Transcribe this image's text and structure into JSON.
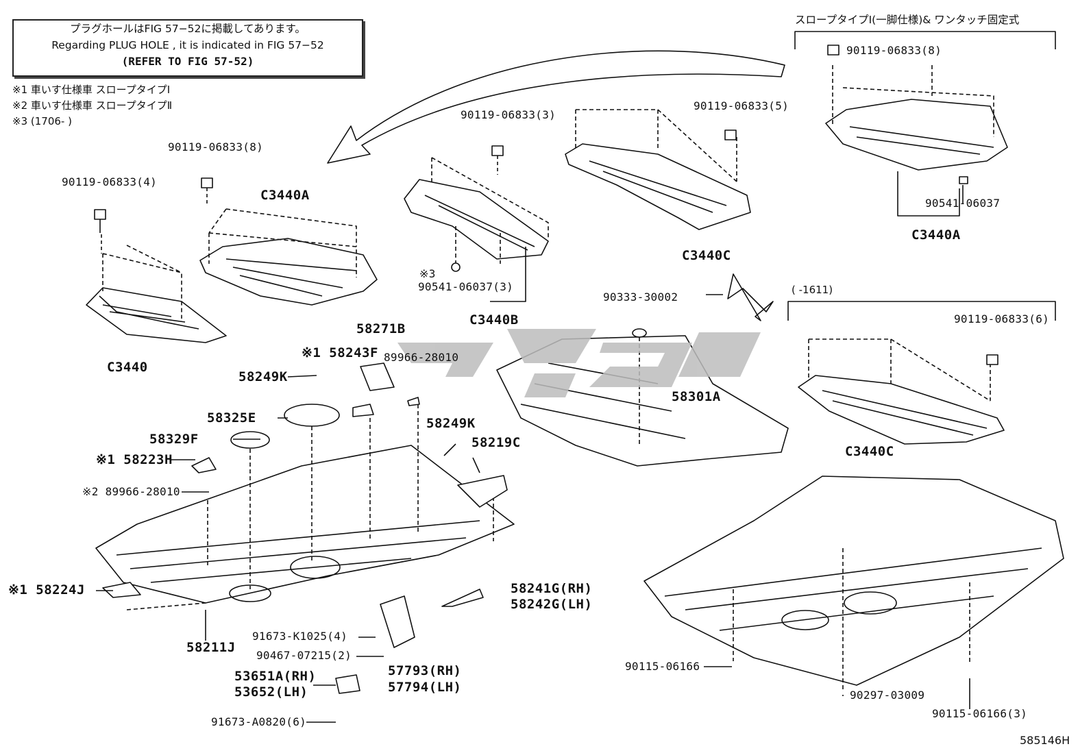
{
  "notice": {
    "line1": "プラグホールはFIG 57−52に掲載してあります。",
    "line2": "Regarding  PLUG  HOLE , it is indicated in FIG  57−52",
    "line3": "(REFER TO FIG 57-52)"
  },
  "footnotes": [
    "※1 車いす仕様車 スロープタイプⅠ",
    "※2 車いす仕様車 スロープタイプⅡ",
    "※3 (1706-      )"
  ],
  "variants": {
    "slope_type": "スロープタイプⅠ(一脚仕様)& ワンタッチ固定式",
    "range": "(      -1611)"
  },
  "parts": {
    "p_90119_4": "90119-06833(4)",
    "p_90119_8a": "90119-06833(8)",
    "p_c3440a_left": "C3440A",
    "p_c3440": "C3440",
    "p_90119_3": "90119-06833(3)",
    "p_ref3": "※3",
    "p_90541_3": "90541-06037(3)",
    "p_c3440b": "C3440B",
    "p_90119_5": "90119-06833(5)",
    "p_c3440c_mid": "C3440C",
    "p_90119_8b": "90119-06833(8)",
    "p_90541": "90541-06037",
    "p_c3440a_right": "C3440A",
    "p_90119_6": "90119-06833(6)",
    "p_c3440c_right": "C3440C",
    "p_90333": "90333-30002",
    "p_58301a": "58301A",
    "p_58271b": "58271B",
    "p_58243f": "※1 58243F",
    "p_89966_a": "89966-28010",
    "p_58249k_a": "58249K",
    "p_58325e": "58325E",
    "p_58329f": "58329F",
    "p_58223h": "※1 58223H",
    "p_89966_b": "※2 89966-28010",
    "p_58249k_b": "58249K",
    "p_58219c": "58219C",
    "p_58224j": "※1 58224J",
    "p_58211j": "58211J",
    "p_58241g": "58241G(RH)",
    "p_58242g": "58242G(LH)",
    "p_91673_k": "91673-K1025(4)",
    "p_90467": "90467-07215(2)",
    "p_53651a": "53651A(RH)",
    "p_53652": "53652(LH)",
    "p_57793": "57793(RH)",
    "p_57794": "57794(LH)",
    "p_91673_a": "91673-A0820(6)",
    "p_90115_a": "90115-06166",
    "p_90297": "90297-03009",
    "p_90115_3": "90115-06166(3)"
  },
  "figure_code": "585146H",
  "watermark_color": "#bdbdbd"
}
